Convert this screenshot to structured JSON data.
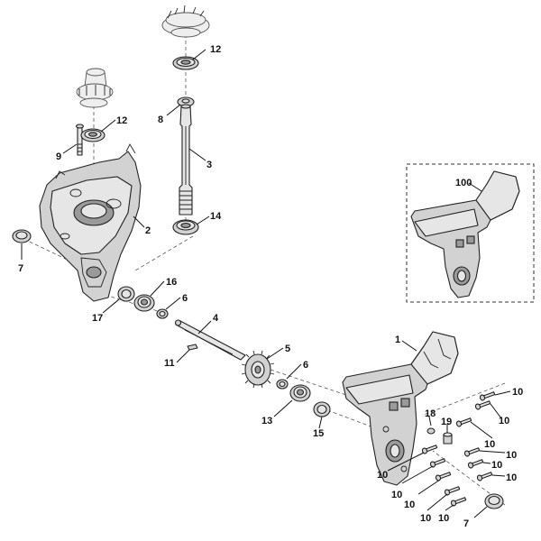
{
  "diagram": {
    "callouts": [
      "12",
      "12",
      "8",
      "9",
      "3",
      "2",
      "14",
      "100",
      "7",
      "16",
      "6",
      "17",
      "4",
      "1",
      "5",
      "11",
      "6",
      "10",
      "13",
      "18",
      "19",
      "10",
      "15",
      "10",
      "10",
      "10",
      "10",
      "10",
      "10",
      "10",
      "7",
      "10",
      "10"
    ]
  }
}
